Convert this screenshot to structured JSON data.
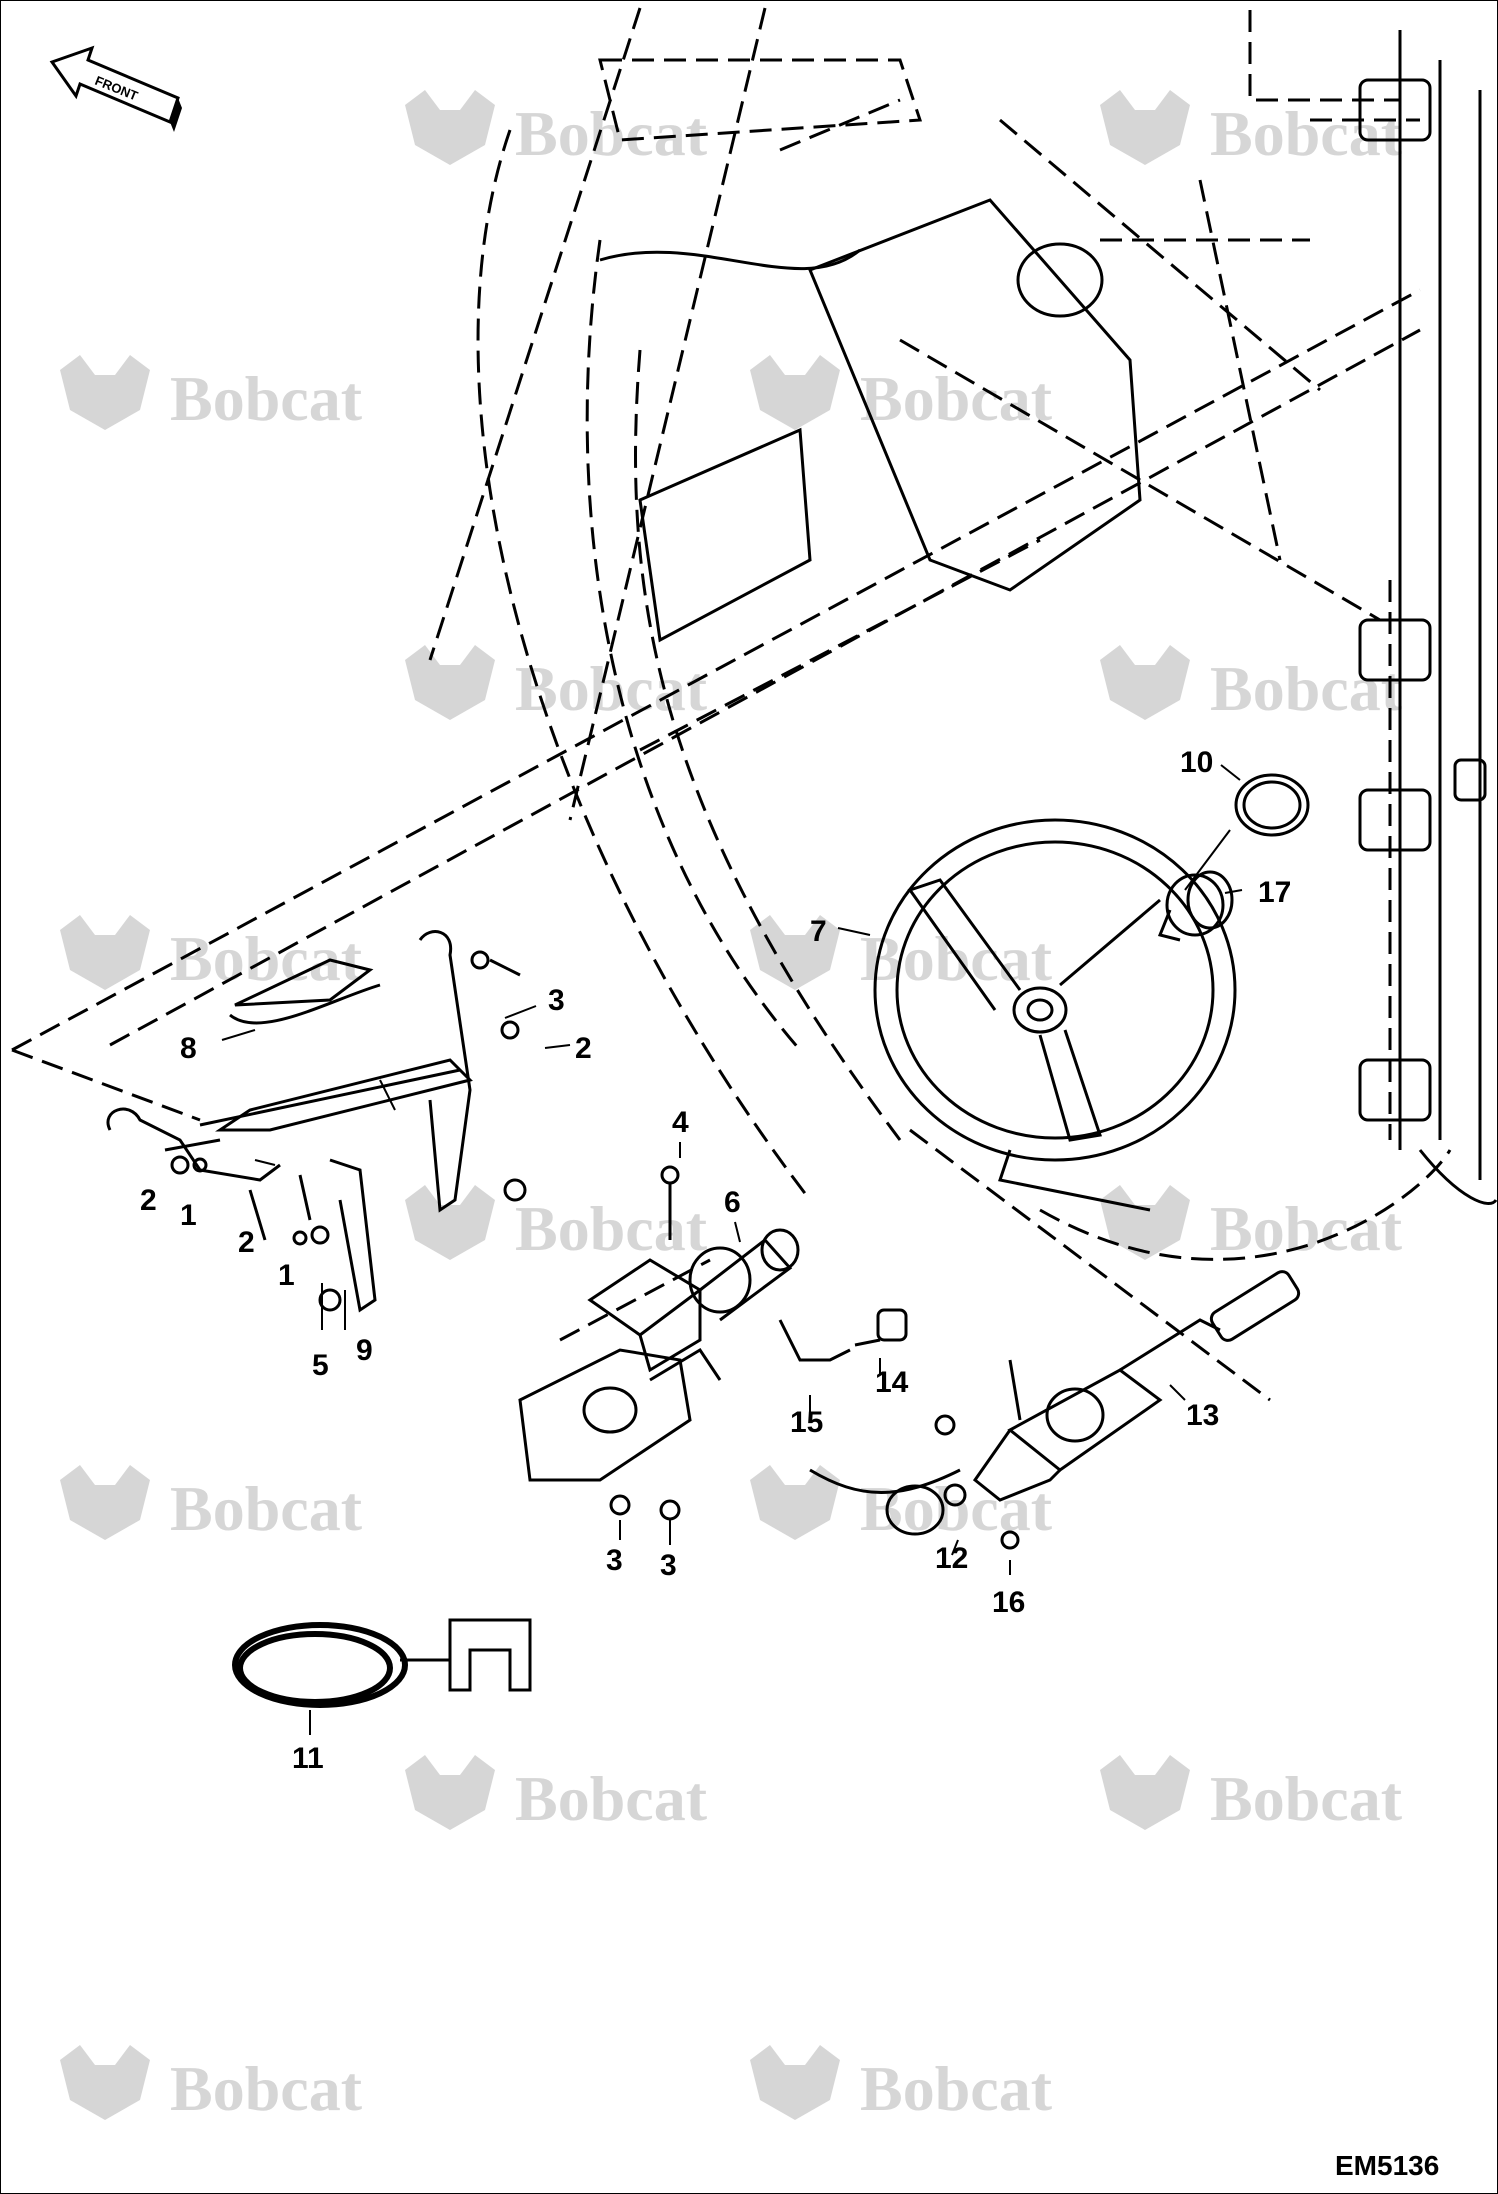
{
  "diagram": {
    "direction_label": "FRONT",
    "document_code": "EM5136",
    "watermark": "Bobcat",
    "callouts": [
      "1",
      "2",
      "3",
      "4",
      "5",
      "6",
      "7",
      "8",
      "9",
      "10",
      "11",
      "12",
      "13",
      "14",
      "15",
      "16",
      "17"
    ],
    "callout_instances": [
      {
        "num": "1"
      },
      {
        "num": "1"
      },
      {
        "num": "2"
      },
      {
        "num": "2"
      },
      {
        "num": "2"
      },
      {
        "num": "3"
      },
      {
        "num": "3"
      },
      {
        "num": "3"
      },
      {
        "num": "4"
      },
      {
        "num": "5"
      },
      {
        "num": "6"
      },
      {
        "num": "7"
      },
      {
        "num": "8"
      },
      {
        "num": "9"
      },
      {
        "num": "10"
      },
      {
        "num": "11"
      },
      {
        "num": "12"
      },
      {
        "num": "13"
      },
      {
        "num": "14"
      },
      {
        "num": "15"
      },
      {
        "num": "16"
      },
      {
        "num": "17"
      }
    ]
  },
  "colors": {
    "line": "#000000",
    "watermark": "#d6d6d6",
    "background": "#ffffff"
  }
}
